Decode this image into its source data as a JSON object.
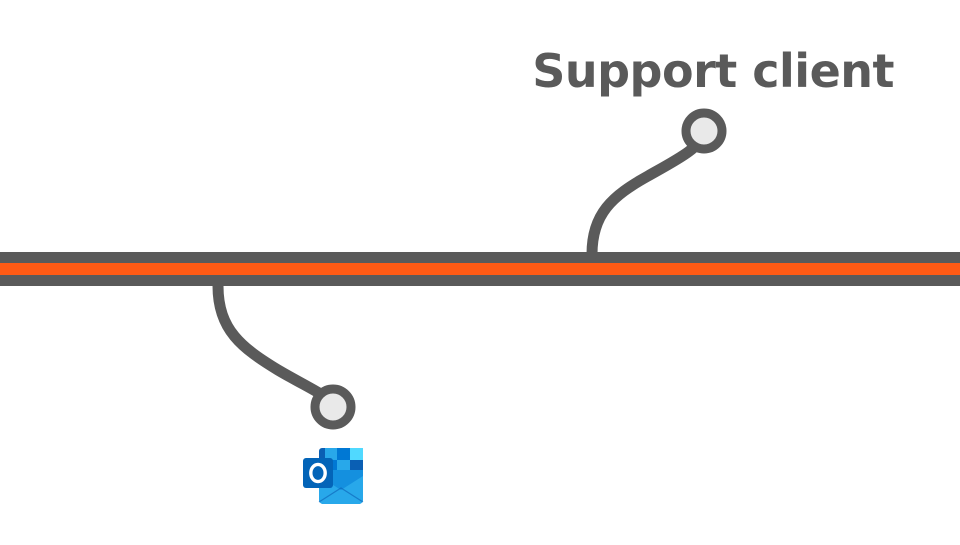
{
  "diagram": {
    "colors": {
      "track": "#5a5a5a",
      "accent_line": "#ff5a14",
      "node_fill": "#e9e9e9",
      "label": "#5a5a5a"
    },
    "branches": [
      {
        "id": "top-branch",
        "direction": "up",
        "label": "Support client",
        "icon": null
      },
      {
        "id": "bottom-branch",
        "direction": "down",
        "label": "",
        "icon": "outlook-icon"
      }
    ]
  }
}
